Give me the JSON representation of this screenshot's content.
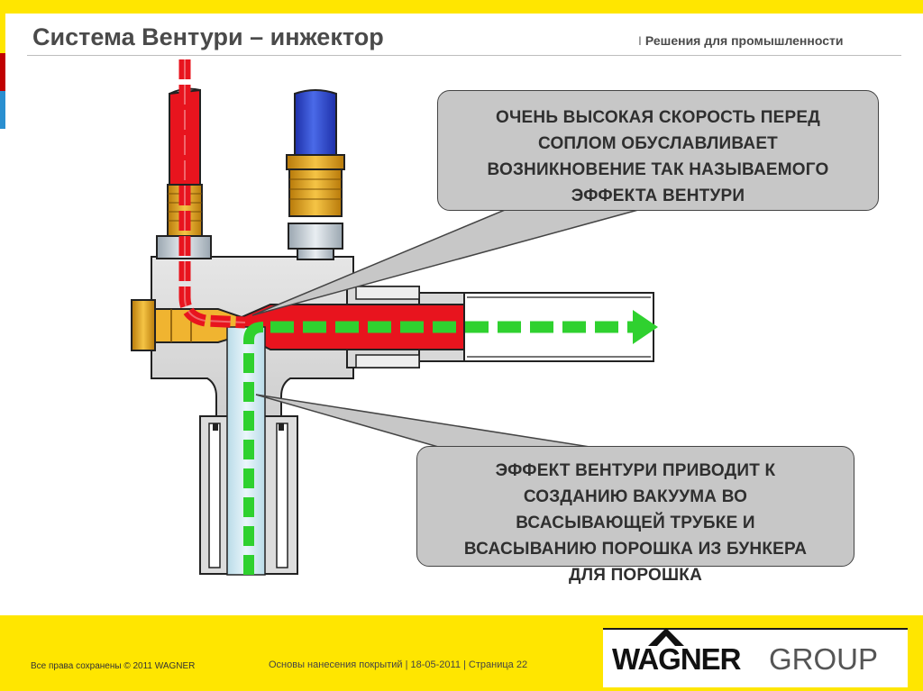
{
  "header": {
    "title": "Система Вентури – инжектор",
    "separator": "I",
    "subtitle": "Решения для промышленности"
  },
  "callouts": [
    {
      "text": "ОЧЕНЬ ВЫСОКАЯ СКОРОСТЬ ПЕРЕД\nСОПЛОМ ОБУСЛАВЛИВАЕТ\nВОЗНИКНОВЕНИЕ ТАК НАЗЫВАЕМОГО\nЭФФЕКТА ВЕНТУРИ"
    },
    {
      "text": "ЭФФЕКТ ВЕНТУРИ ПРИВОДИТ К\nСОЗДАНИЮ ВАКУУМА ВО\nВСАСЫВАЮЩЕЙ ТРУБКЕ И\nВСАСЫВАНИЮ ПОРОШКА ИЗ БУНКЕРА\nДЛЯ ПОРОШКА"
    }
  ],
  "footer": {
    "copyright": "Все права сохранены © 2011 WAGNER",
    "info": "Основы нанесения покрытий | 18-05-2011 | Страница 22"
  },
  "logo": {
    "wagner": "WAGNER",
    "group": "GROUP"
  },
  "colors": {
    "brand_yellow": "#ffe600",
    "air_flow_red": "#e8141e",
    "powder_flow_green": "#2fd12f",
    "hose_blue": "#2a48c8",
    "fitting_brass": "#e3a21a",
    "body_gray": "#d9d9d9"
  }
}
